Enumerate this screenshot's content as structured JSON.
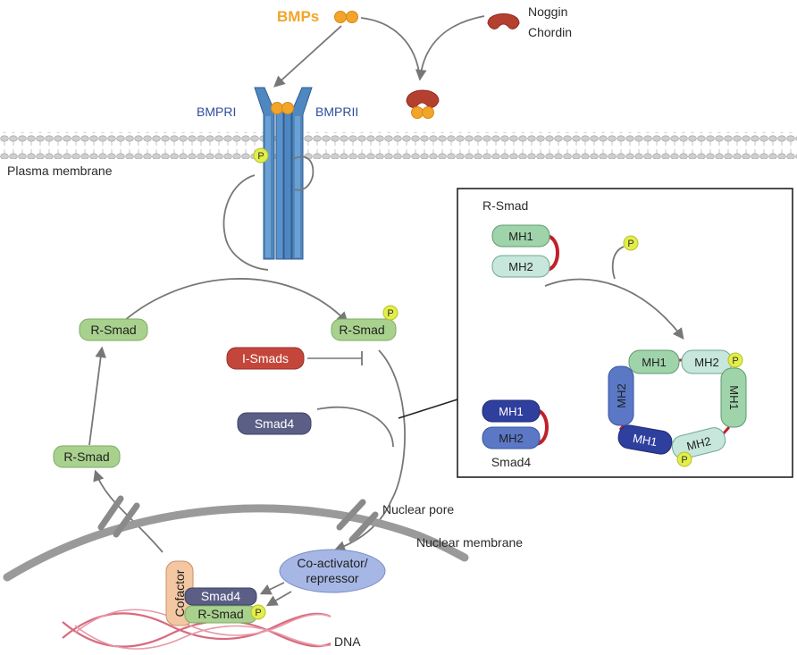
{
  "labels": {
    "bmps": "BMPs",
    "noggin": "Noggin",
    "chordin": "Chordin",
    "bmpri": "BMPRI",
    "bmprii": "BMPRII",
    "plasma_membrane": "Plasma membrane",
    "nuclear_pore": "Nuclear pore",
    "nuclear_membrane": "Nuclear membrane",
    "dna": "DNA",
    "phospho": "P"
  },
  "cycle": {
    "rsmad_top_left": "R-Smad",
    "rsmad_top_right": "R-Smad",
    "rsmad_lower_left": "R-Smad",
    "ismads": "I-Smads",
    "smad4": "Smad4"
  },
  "nucleus": {
    "coactivator_line1": "Co-activator/",
    "coactivator_line2": "repressor",
    "cofactor": "Cofactor",
    "smad4": "Smad4",
    "rsmad": "R-Smad"
  },
  "inset": {
    "rsmad_title": "R-Smad",
    "mh1": "MH1",
    "mh2": "MH2",
    "smad4_title": "Smad4",
    "complex": {
      "top_mh1": "MH1",
      "top_mh2": "MH2",
      "left_mh2": "MH2",
      "right_mh1": "MH1",
      "bottom_mh1": "MH1",
      "bottom_mh2": "MH2"
    }
  },
  "colors": {
    "bmp": "#f2a52a",
    "receptor": "#4f87c0",
    "noggin": "#b5402f",
    "green_pill": "#a9d18e",
    "mh2_fill": "#c7e6dc",
    "mh1_fill": "#9fd3aa",
    "smad4_dark": "#5b5f86",
    "smad4_mh1": "#2f3f9e",
    "smad4_mh2": "#5b78c7",
    "phospho": "#e2ee4a",
    "linker": "#c0202a",
    "ismads": "#c4463a",
    "coactivator": "#a6b7e6",
    "cofactor": "#f4c7a3",
    "dna": "#d96a7e"
  }
}
